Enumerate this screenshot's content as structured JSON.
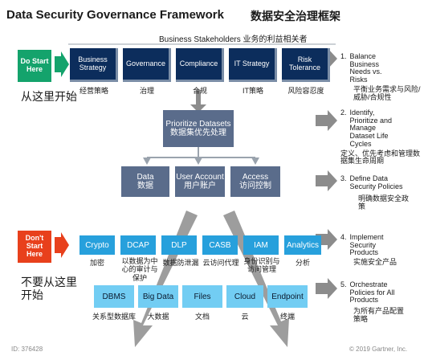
{
  "header": {
    "title": "Data Security Governance Framework",
    "title_zh": "数据安全治理框架",
    "stakeholders": "Business Stakeholders  业务的利益相关者"
  },
  "start_here": {
    "label": "Do Start Here",
    "zh": "从这里开始"
  },
  "dont_start": {
    "label": "Don't Start Here",
    "zh": "不要从这里开始"
  },
  "stakeholder_boxes": [
    {
      "label": "Business Strategy",
      "zh": "经营策略"
    },
    {
      "label": "Governance",
      "zh": "治理"
    },
    {
      "label": "Compliance",
      "zh": "合规"
    },
    {
      "label": "IT Strategy",
      "zh": "IT策略"
    },
    {
      "label": "Risk Tolerance",
      "zh": "风险容忍度"
    }
  ],
  "prioritize": {
    "label": "Prioritize Datasets",
    "zh": "数据集优先处理"
  },
  "mid_boxes": [
    {
      "label": "Data",
      "zh": "数据"
    },
    {
      "label": "User Account",
      "zh": "用户账户"
    },
    {
      "label": "Access",
      "zh": "访问控制"
    }
  ],
  "products": [
    {
      "label": "Crypto",
      "zh": "加密"
    },
    {
      "label": "DCAP",
      "zh": "以数据为中心的审计与保护"
    },
    {
      "label": "DLP",
      "zh": "数据防泄漏"
    },
    {
      "label": "CASB",
      "zh": "云访问代理"
    },
    {
      "label": "IAM",
      "zh": "身份识别与访问管理"
    },
    {
      "label": "Analytics",
      "zh": "分析"
    }
  ],
  "stores": [
    {
      "label": "DBMS",
      "zh": "关系型数据库"
    },
    {
      "label": "Big Data",
      "zh": "大数据"
    },
    {
      "label": "Files",
      "zh": "文档"
    },
    {
      "label": "Cloud",
      "zh": "云"
    },
    {
      "label": "Endpoint",
      "zh": "终端"
    }
  ],
  "steps": [
    {
      "num": "1.",
      "text": "Balance Business Needs vs. Risks",
      "zh": "平衡业务需求与风险/威胁/合规性"
    },
    {
      "num": "2.",
      "text": "Identify, Prioritize and Manage Dataset Life Cycles",
      "zh": "定义、优先考虑和管理数据集生命周期"
    },
    {
      "num": "3.",
      "text": "Define Data Security Policies",
      "zh": "明确数据安全政策"
    },
    {
      "num": "4.",
      "text": "Implement Security Products",
      "zh": "实施安全产品"
    },
    {
      "num": "5.",
      "text": "Orchestrate Policies for All Products",
      "zh": "为所有产品配置策略"
    }
  ],
  "footer": {
    "id": "ID: 376428",
    "copyright": "© 2019 Gartner, Inc."
  },
  "colors": {
    "navy": "#0c2d5c",
    "slate": "#5a6c8b",
    "blue": "#27a0dc",
    "light_blue": "#72cdf3",
    "green": "#14a36c",
    "red": "#e8401c",
    "gray_arrow": "#8c8c8c"
  }
}
